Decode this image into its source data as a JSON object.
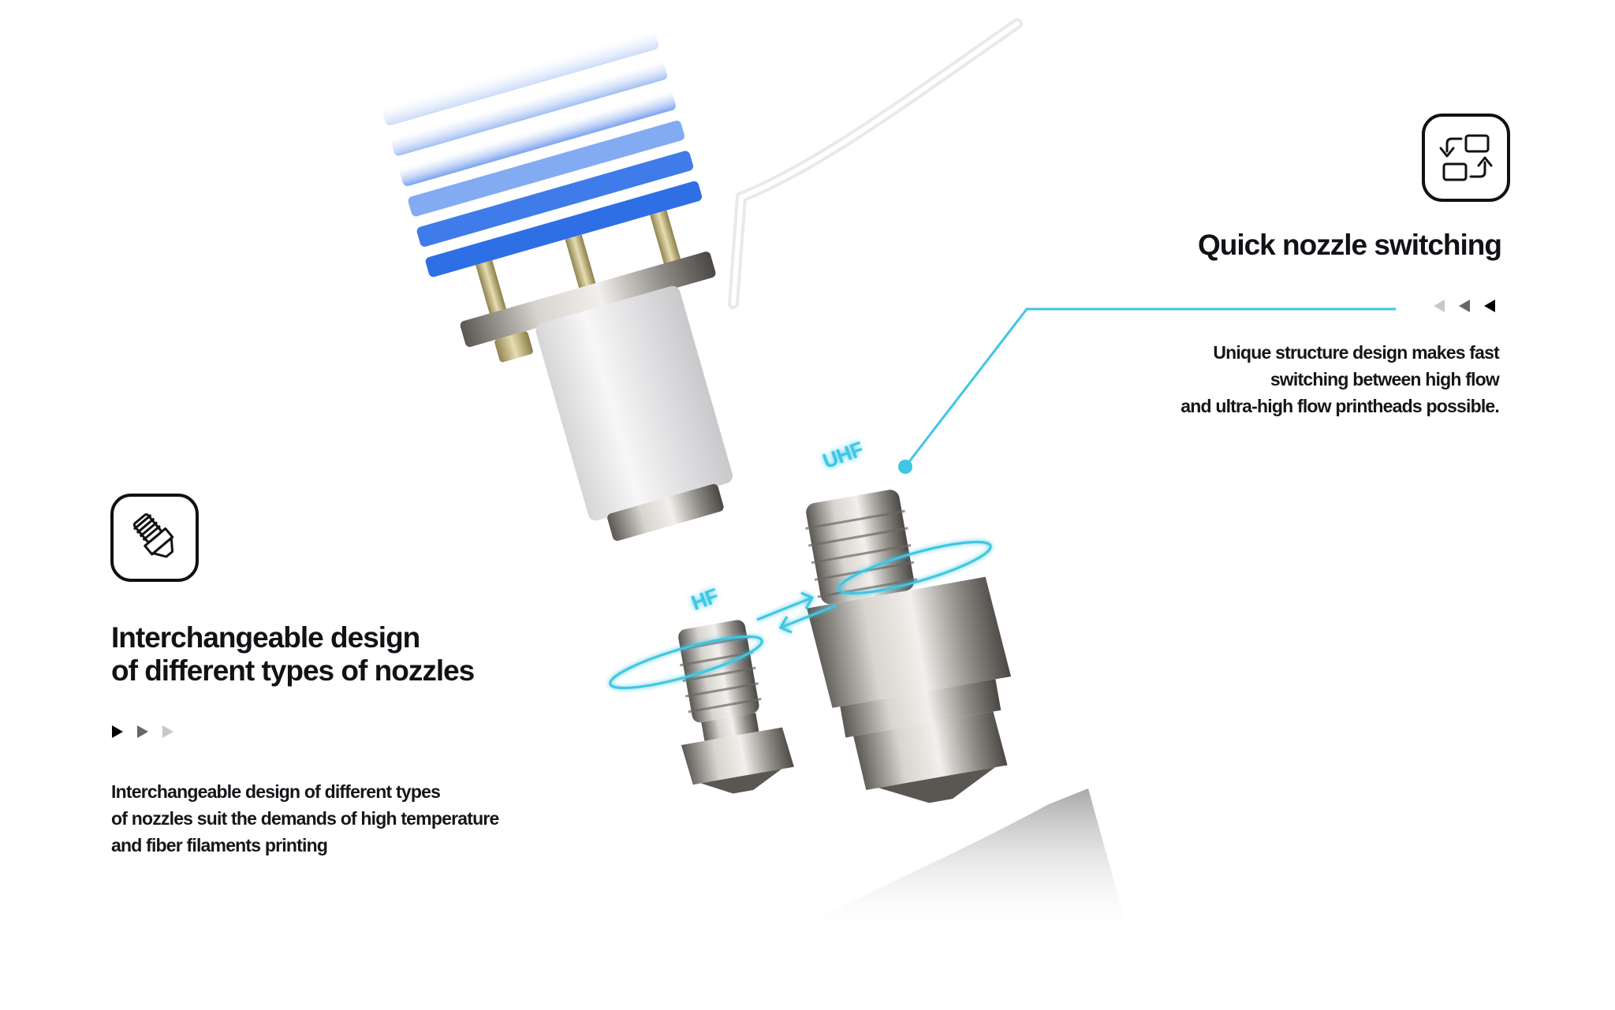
{
  "colors": {
    "accent_cyan": "#3fc6e2",
    "text_dark": "#111216",
    "heatsink_blue": "#2f6fe6",
    "metal_light": "#d9d6d2",
    "metal_dark": "#4a4744",
    "indicator_shades": [
      "#000000",
      "#666666",
      "#c8c8c8"
    ]
  },
  "features": {
    "quick_switching": {
      "icon": "swap-arrows-icon",
      "title": "Quick nozzle switching",
      "indicator_direction": "left",
      "indicator_count": 3,
      "description_lines": [
        "Unique structure design makes fast",
        "switching between high flow",
        "and ultra-high flow printheads possible."
      ]
    },
    "interchangeable": {
      "icon": "nozzle-icon",
      "title_lines": [
        "Interchangeable design",
        "of different types of nozzles"
      ],
      "indicator_direction": "right",
      "indicator_count": 3,
      "description_lines": [
        "Interchangeable design of different types",
        "of nozzles suit the demands of high temperature",
        "and fiber filaments printing"
      ]
    }
  },
  "product_render": {
    "labels": {
      "uhf": "UHF",
      "hf": "HF"
    },
    "components": [
      "heatsink",
      "hotend-body",
      "ptfe-tube",
      "uhf-nozzle",
      "hf-nozzle",
      "reflection"
    ]
  }
}
